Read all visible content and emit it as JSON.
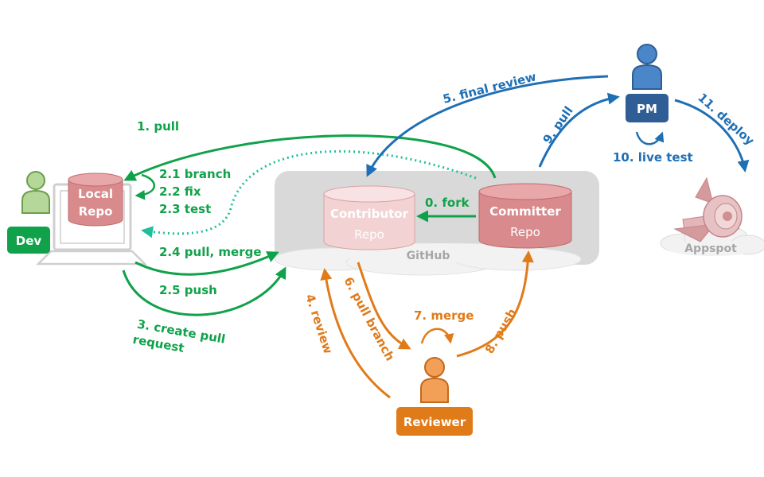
{
  "colors": {
    "green": "#10a24a",
    "teal": "#1fbf9a",
    "blue": "#1f6fb5",
    "orange": "#e07b1a",
    "pm_badge": "#2f5d95",
    "repo_fill": "#d98a8c",
    "repo_light": "#f3d2d3",
    "github_panel": "#d9d9d9",
    "cloud": "#f2f2f2",
    "muted_text": "#a6a6a6"
  },
  "actors": {
    "dev": "Dev",
    "pm": "PM",
    "reviewer": "Reviewer"
  },
  "repos": {
    "local": [
      "Local",
      "Repo"
    ],
    "contributor": [
      "Contributor",
      "Repo"
    ],
    "committer": [
      "Committer",
      "Repo"
    ]
  },
  "places": {
    "github": "GitHub",
    "appspot": "Appspot"
  },
  "steps": {
    "s0": "0. fork",
    "s1": "1. pull",
    "s2_1": "2.1 branch",
    "s2_2": "2.2 fix",
    "s2_3": "2.3 test",
    "s2_4": "2.4 pull, merge",
    "s2_5": "2.5 push",
    "s3": [
      "3. create pull",
      "request"
    ],
    "s4": "4. review",
    "s5": "5. final review",
    "s6": "6. pull branch",
    "s7": "7. merge",
    "s8": "8. push",
    "s9": "9. pull",
    "s10": "10. live test",
    "s11": "11. deploy"
  }
}
